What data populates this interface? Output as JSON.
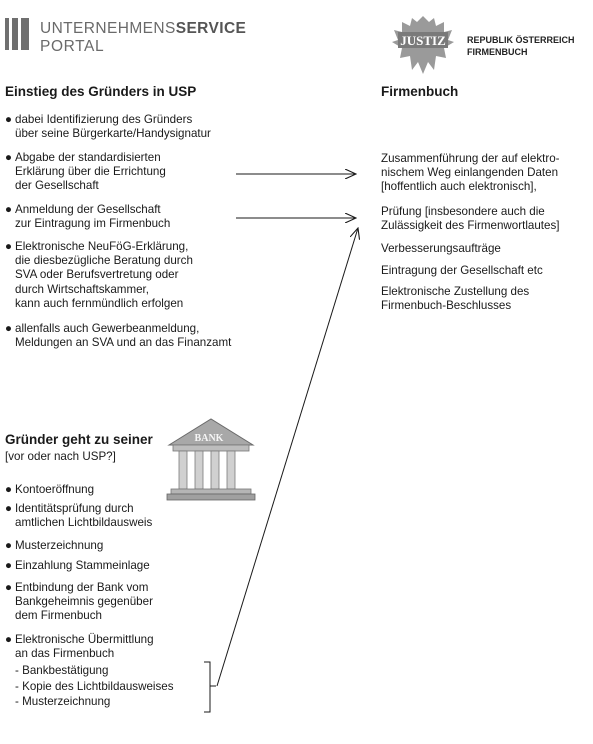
{
  "logo": {
    "line1_normal": "UNTERNEHMENS",
    "line1_bold": "SERVICE",
    "line2": "PORTAL"
  },
  "justiz": {
    "badge": "JUSTIZ",
    "line1": "REPUBLIK ÖSTERREICH",
    "line2": "FIRMENBUCH"
  },
  "left_heading": "Einstieg des Gründers in USP",
  "right_heading": "Firmenbuch",
  "usp_items": [
    "dabei Identifizierung des Gründers\nüber seine Bürgerkarte/Handysignatur",
    "Abgabe der standardisierten\nErklärung über die Errichtung\nder Gesellschaft",
    "Anmeldung der Gesellschaft\nzur Eintragung im Firmenbuch",
    "Elektronische NeuFöG-Erklärung,\ndie diesbezügliche Beratung durch\nSVA oder Berufsvertretung oder\ndurch Wirtschaftskammer,\nkann auch fernmündlich erfolgen",
    "allenfalls auch Gewerbeanmeldung,\nMeldungen an SVA und an das Finanzamt"
  ],
  "firmenbuch_items": [
    "Zusammenführung der auf elektro-\nnischem Weg einlangenden Daten\n[hoffentlich auch elektronisch],",
    "Prüfung [insbesondere auch die\nZulässigkeit des Firmenwortlautes]",
    "Verbesserungsaufträge",
    "Eintragung der Gesellschaft etc",
    "Elektronische Zustellung des\nFirmenbuch-Beschlusses"
  ],
  "bank_heading": "Gründer geht zu seiner",
  "bank_subheading": "[vor oder nach USP?]",
  "bank_sign": "BANK",
  "bank_items": [
    "Kontoeröffnung",
    "Identitätsprüfung durch\namtlichen Lichtbildausweis",
    "Musterzeichnung",
    "Einzahlung Stammeinlage",
    "Entbindung der Bank vom\nBankgeheimnis gegenüber\ndem Firmenbuch",
    "Elektronische Übermittlung\nan das Firmenbuch"
  ],
  "bank_subitems": [
    "- Bankbestätigung",
    "- Kopie des Lichtbildausweises",
    "- Musterzeichnung"
  ],
  "bullet": "●",
  "colors": {
    "text": "#1a1a1a",
    "logo_gray": "#6f6f6f"
  }
}
